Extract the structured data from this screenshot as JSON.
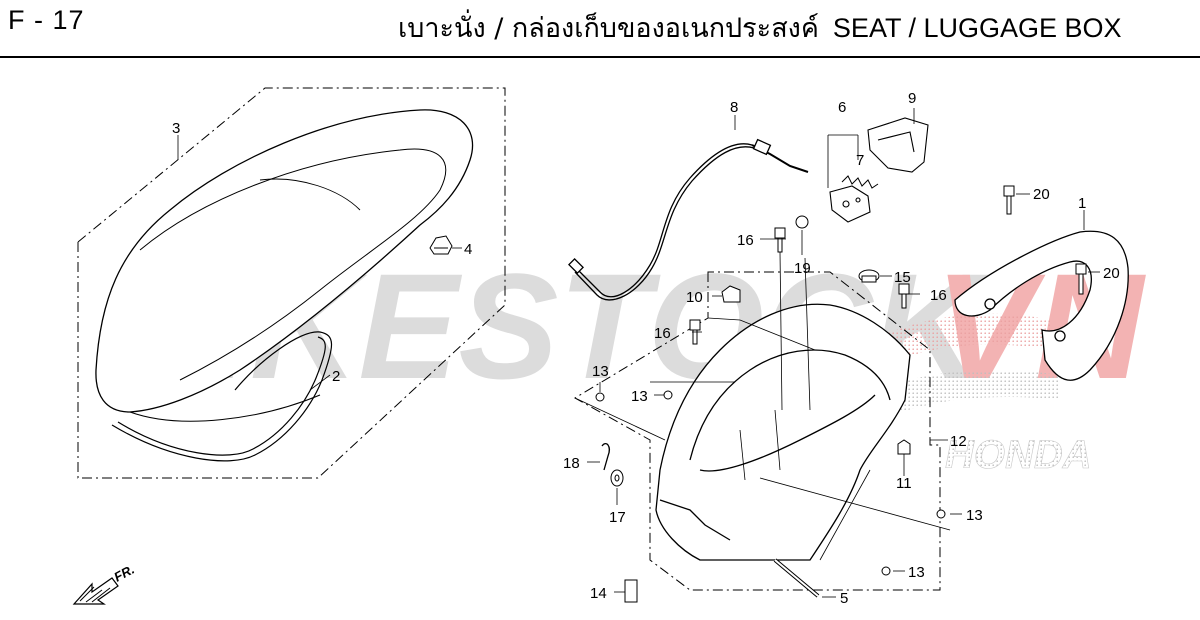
{
  "header": {
    "page_code": "F - 17",
    "title_thai": "เบาะนั่ง / กล่องเก็บของอเนกประสงค์",
    "title_english": "SEAT / LUGGAGE BOX"
  },
  "watermark": {
    "text_a": "BIKESTOCK",
    "text_b": "VN",
    "color_gray": "#d9d9d9",
    "color_red": "#f2a8a8",
    "brand_wordmark": "HONDA"
  },
  "direction_indicator": {
    "label": "FR."
  },
  "callouts": [
    {
      "id": "c1",
      "label": "1"
    },
    {
      "id": "c2",
      "label": "2"
    },
    {
      "id": "c3",
      "label": "3"
    },
    {
      "id": "c4",
      "label": "4"
    },
    {
      "id": "c5",
      "label": "5"
    },
    {
      "id": "c6",
      "label": "6"
    },
    {
      "id": "c7",
      "label": "7"
    },
    {
      "id": "c8",
      "label": "8"
    },
    {
      "id": "c9",
      "label": "9"
    },
    {
      "id": "c10",
      "label": "10"
    },
    {
      "id": "c11",
      "label": "11"
    },
    {
      "id": "c12",
      "label": "12"
    },
    {
      "id": "c13a",
      "label": "13"
    },
    {
      "id": "c13b",
      "label": "13"
    },
    {
      "id": "c13c",
      "label": "13"
    },
    {
      "id": "c13d",
      "label": "13"
    },
    {
      "id": "c14",
      "label": "14"
    },
    {
      "id": "c15",
      "label": "15"
    },
    {
      "id": "c16a",
      "label": "16"
    },
    {
      "id": "c16b",
      "label": "16"
    },
    {
      "id": "c16c",
      "label": "16"
    },
    {
      "id": "c17",
      "label": "17"
    },
    {
      "id": "c18",
      "label": "18"
    },
    {
      "id": "c19",
      "label": "19"
    },
    {
      "id": "c20a",
      "label": "20"
    },
    {
      "id": "c20b",
      "label": "20"
    }
  ]
}
